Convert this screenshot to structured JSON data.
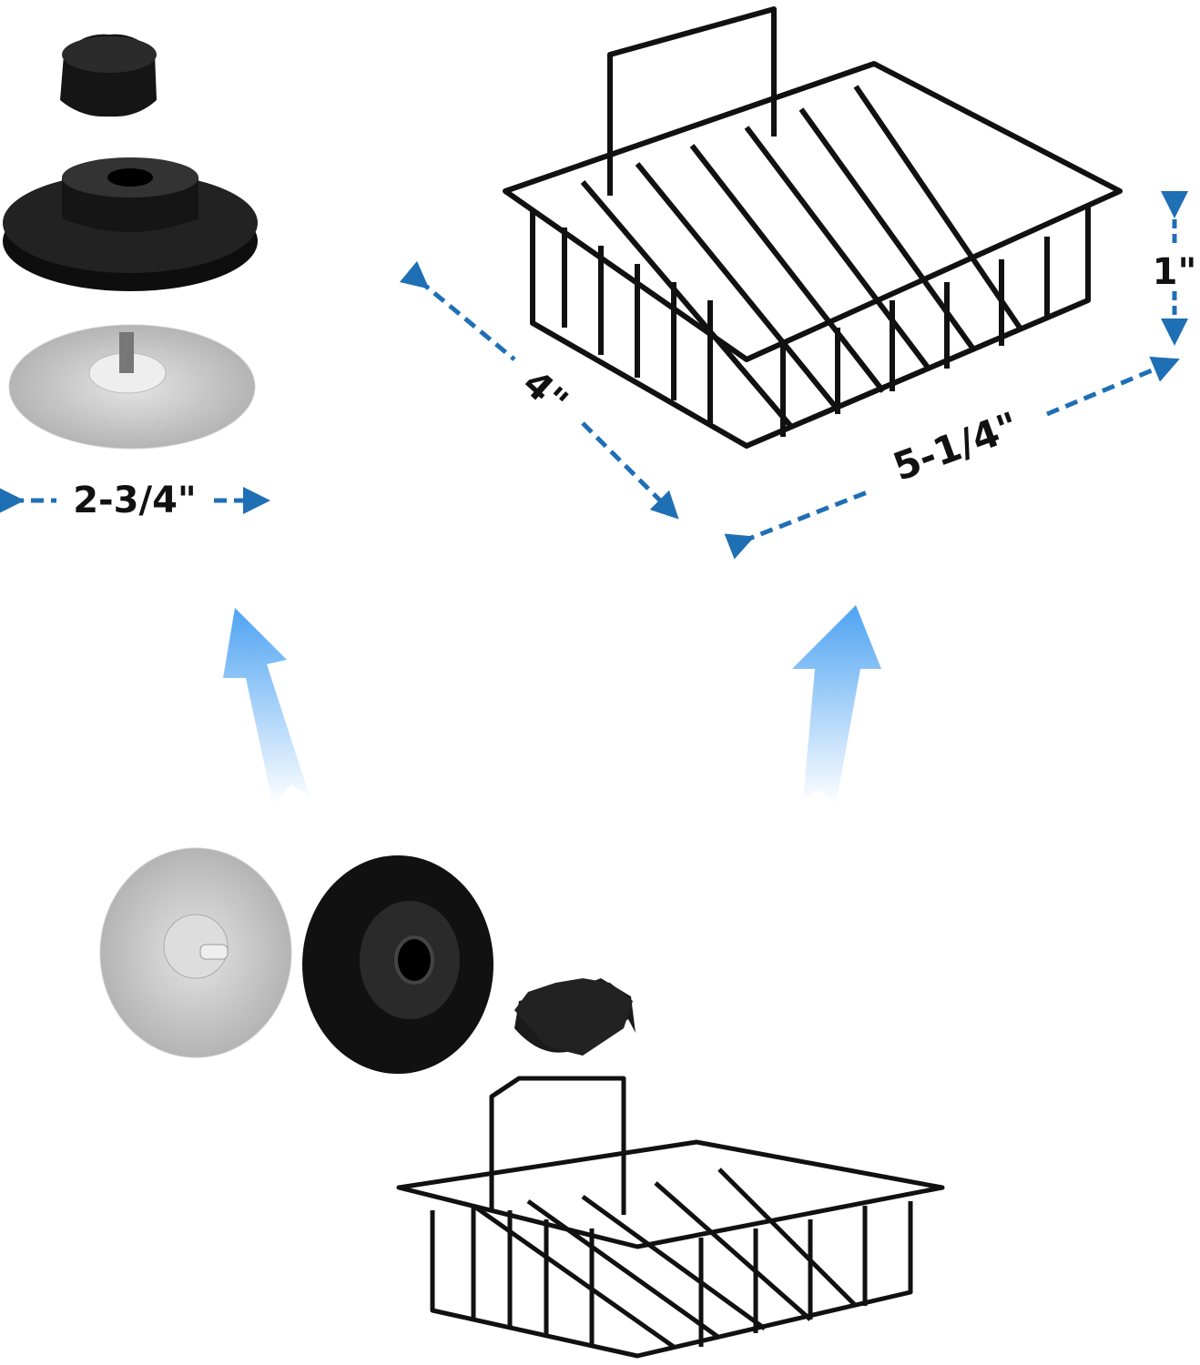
{
  "dimensions": {
    "suction_diameter": "2-3/4\"",
    "basket_depth": "4\"",
    "basket_width": "5-1/4\"",
    "basket_height": "1\""
  },
  "colors": {
    "dimension_arrow": "#1f6fb5",
    "flow_arrow": "#5aaaf0",
    "product": "#111111",
    "suction_disc": "#c8c8c8"
  }
}
